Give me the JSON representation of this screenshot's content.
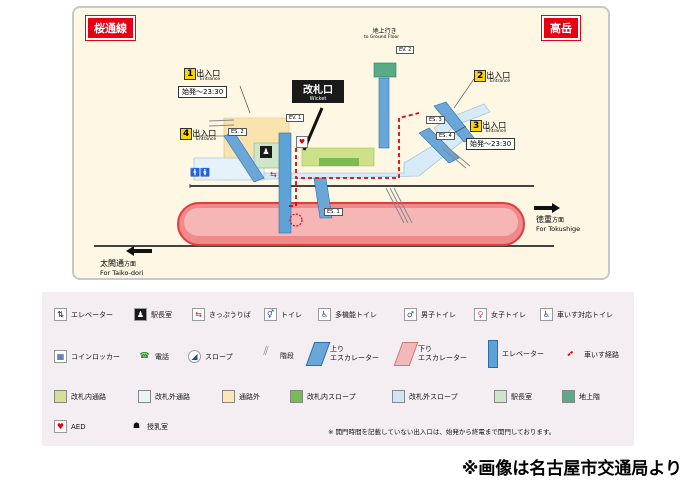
{
  "map": {
    "line_name": "桜通線",
    "station_name": "高岳",
    "wicket_jp": "改札口",
    "wicket_en": "Wicket",
    "to_ground_jp": "地上行き",
    "to_ground_en": "to Ground Floor",
    "ev": [
      "EV. 2",
      "EV. 1"
    ],
    "es": [
      "ES. 2",
      "ES. 3",
      "ES. 4",
      "ES. 1"
    ],
    "exits": [
      {
        "num": "1",
        "label": "出入口",
        "en": "Entrance",
        "hours": "始発〜23:30"
      },
      {
        "num": "2",
        "label": "出入口",
        "en": "Entrance",
        "hours": ""
      },
      {
        "num": "3",
        "label": "出入口",
        "en": "Entrance",
        "hours": "始発〜23:30"
      },
      {
        "num": "4",
        "label": "出入口",
        "en": "Entrance",
        "hours": ""
      }
    ],
    "dir_right_jp": "徳重",
    "dir_right_suffix": "方面",
    "dir_right_en": "For Tokushige",
    "dir_left_jp": "太閤通",
    "dir_left_suffix": "方面",
    "dir_left_en": "For Taiko-dori"
  },
  "legend": {
    "row1": [
      {
        "icon": "elevator-icon",
        "label": "エレベーター"
      },
      {
        "icon": "station-office-icon",
        "label": "駅長室"
      },
      {
        "icon": "ticket-machine-icon",
        "label": "きっぷうりば"
      },
      {
        "icon": "toilet-icon",
        "label": "トイレ"
      },
      {
        "icon": "multipurpose-toilet-icon",
        "label": "多機能トイレ"
      },
      {
        "icon": "mens-toilet-icon",
        "label": "男子トイレ"
      },
      {
        "icon": "womens-toilet-icon",
        "label": "女子トイレ"
      },
      {
        "icon": "wheelchair-toilet-icon",
        "label": "車いす対応トイレ"
      }
    ],
    "row2": [
      {
        "icon": "coin-locker-icon",
        "label": "コインロッカー"
      },
      {
        "icon": "phone-icon",
        "label": "電話"
      },
      {
        "icon": "slope-icon",
        "label": "スロープ"
      },
      {
        "icon": "stairs-icon",
        "label": "階段"
      },
      {
        "icon": "up-escalator-icon",
        "label": "上り\nエスカレーター"
      },
      {
        "icon": "down-escalator-icon",
        "label": "下り\nエスカレーター"
      },
      {
        "icon": "elevator-shaft-icon",
        "label": "エレベーター"
      },
      {
        "icon": "wheelchair-route-icon",
        "label": "車いす経路"
      }
    ],
    "row3": [
      {
        "color": "#d4e28f",
        "label": "改札内通路"
      },
      {
        "color": "#e8f3fa",
        "label": "改札外通路"
      },
      {
        "color": "#fbe7b5",
        "label": "通路外"
      },
      {
        "color": "#77bb55",
        "label": "改札内スロープ"
      },
      {
        "color": "#cde5f5",
        "label": "改札外スロープ"
      },
      {
        "color": "#cfe5c9",
        "label": "駅長室"
      },
      {
        "color": "#5aaa88",
        "label": "地上階"
      }
    ],
    "row4": [
      {
        "icon": "aed-icon",
        "label": "AED"
      },
      {
        "icon": "nursing-room-icon",
        "label": "授乳室"
      }
    ],
    "note": "※ 開門時間を記載していない出入口は、始発から終電まで開門しております。"
  },
  "credit": "※画像は名古屋市交通局より"
}
